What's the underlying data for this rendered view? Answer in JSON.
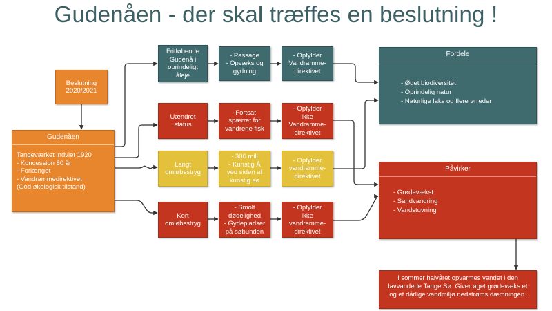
{
  "title": "Gudenåen - der skal træffes en beslutning !",
  "colors": {
    "title": "#3d6065",
    "teal": "#3f6a6e",
    "red": "#c4351f",
    "yellow": "#e4c13a",
    "orange": "#e8862e",
    "connector": "#333333"
  },
  "decision": "Beslutning\n2020/2021",
  "gudenaaen": {
    "header": "Gudenåen",
    "body": "Tangeværket indviet 1920\n- Koncession 80 år\n- Forlænget\n- Vandrammedirektivet\n(God økologisk tilstand)"
  },
  "rows": [
    {
      "option": "Fritløbende\nGudenå i\noprindeligt\nåleje",
      "effect": "- Passage\n- Opvæks og\ngydning",
      "result": "- Opfylder\nVandramme-\ndirektivet"
    },
    {
      "option": "Uændret\nstatus",
      "effect": "-Fortsat\nspærret  for\nvandrene fisk",
      "result": "- Opfylder\nikke\nVandramme-\ndirektivet"
    },
    {
      "option": "Langt\nomløbsstryg",
      "effect": "- 300 mill\n- Kunstig Å\nved siden af\nkunstig sø",
      "result": "- Opfylder\nvandramme-\ndirektivet"
    },
    {
      "option": "Kort\nomløbsstryg",
      "effect": "- Smolt\ndødelighed\n- Gydepladser\npå søbunden",
      "result": "- Opfylder\nikke\nvandramme-\ndirektivet"
    }
  ],
  "fordele": {
    "header": "Fordele",
    "items": [
      "- Øget biodiversitet",
      "- Oprindelig natur",
      "- Naturlige laks og flere ørreder"
    ]
  },
  "paavirker": {
    "header": "Påvirker",
    "items": [
      "- Grødevækst",
      "- Sandvandring",
      "- Vandstuvning"
    ]
  },
  "note": "I sommer halvåret opvarmes vandet i den lavvandede Tange Sø. Giver øget grødevæks et og et dårlige vandmiljø nedstrøms dæmningen."
}
